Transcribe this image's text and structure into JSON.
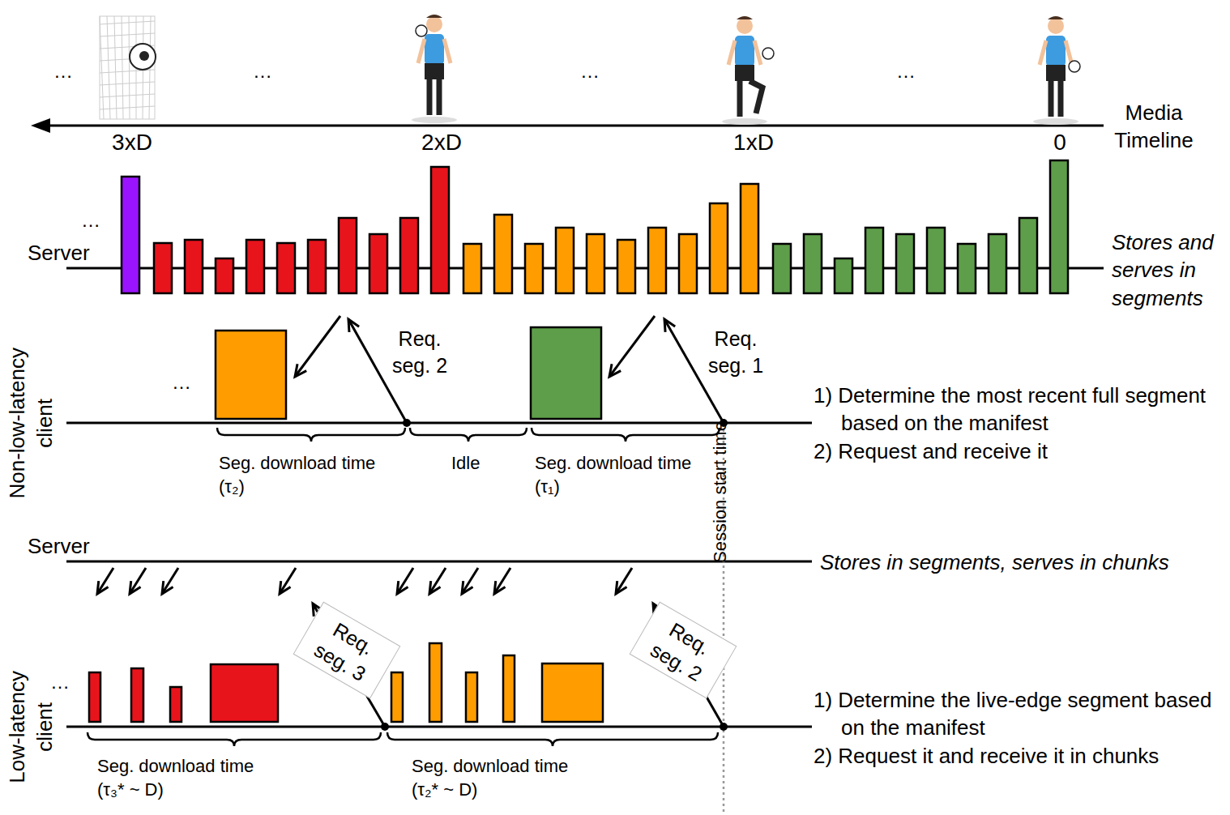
{
  "diagram": {
    "nodes": [
      {
        "text": [
          "Req. seg. 3"
        ]
      },
      {
        "text": [
          "Req. seg. 2"
        ]
      }
    ],
    "labels": [
      "…",
      "…",
      "…",
      "…",
      "3xD",
      "2xD",
      "1xD",
      "0",
      "Media Timeline",
      "…",
      "Server",
      "Stores and serves in segments",
      "Req. seg. 2",
      "Req. seg. 1",
      "…",
      "Seg. download time (τ₂)",
      "Idle",
      "Seg. download time (τ₁)",
      "Session start time",
      "1) Determine the most recent full segment based on the manifest",
      "2) Request and receive it",
      "Non-low-latency client",
      "Server",
      "Stores in segments, serves in chunks",
      "…",
      "Seg. download time (τ₃* ~ D)",
      "Seg. download time (τ₂* ~ D)",
      "Low-latency client",
      "1) Determine the live-edge segment based on the manifest",
      "2) Request it and receive it in chunks"
    ]
  }
}
